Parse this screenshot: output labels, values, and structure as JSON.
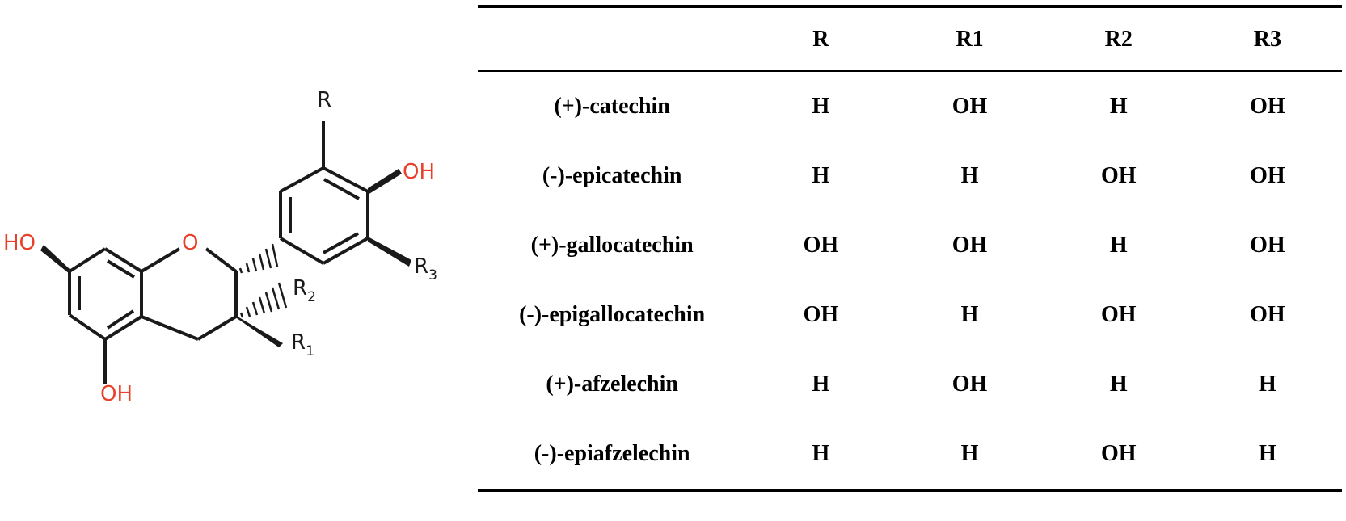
{
  "structure": {
    "labels": {
      "R": "R",
      "OH_top": "OH",
      "HO_left": "HO",
      "O_ring": "O",
      "OH_bottom": "OH",
      "R1": "R",
      "R1_sub": "1",
      "R2": "R",
      "R2_sub": "2",
      "R3": "R",
      "R3_sub": "3"
    },
    "colors": {
      "heteroatom": "#e8402a",
      "bond": "#1a1a1a"
    }
  },
  "table": {
    "headers": [
      "",
      "R",
      "R1",
      "R2",
      "R3"
    ],
    "rows": [
      [
        "(+)-catechin",
        "H",
        "OH",
        "H",
        "OH"
      ],
      [
        "(-)-epicatechin",
        "H",
        "H",
        "OH",
        "OH"
      ],
      [
        "(+)-gallocatechin",
        "OH",
        "OH",
        "H",
        "OH"
      ],
      [
        "(-)-epigallocatechin",
        "OH",
        "H",
        "OH",
        "OH"
      ],
      [
        "(+)-afzelechin",
        "H",
        "OH",
        "H",
        "H"
      ],
      [
        "(-)-epiafzelechin",
        "H",
        "H",
        "OH",
        "H"
      ]
    ]
  }
}
